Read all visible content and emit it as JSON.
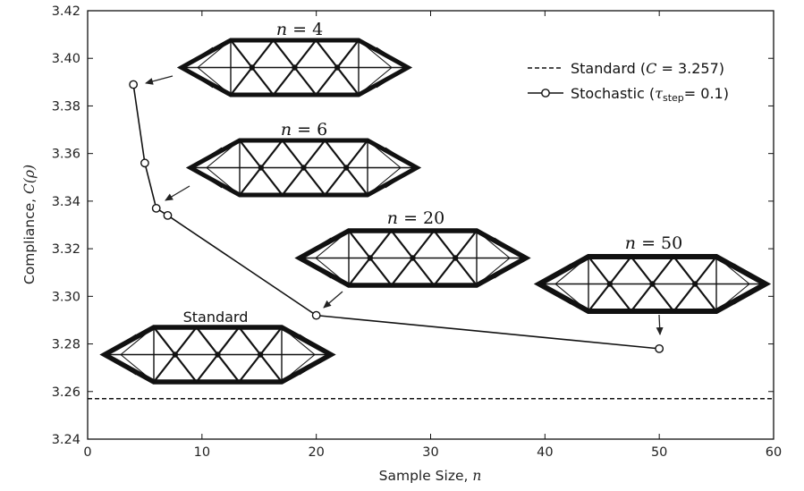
{
  "chart_data": {
    "type": "line",
    "xlabel": "Sample Size, ",
    "xlabel_var": "n",
    "ylabel": "Compliance, ",
    "ylabel_var": "C(ρ)",
    "xlim": [
      0,
      60
    ],
    "ylim": [
      3.24,
      3.42
    ],
    "xticks": [
      0,
      10,
      20,
      30,
      40,
      50,
      60
    ],
    "yticks": [
      "3.24",
      "3.26",
      "3.28",
      "3.30",
      "3.32",
      "3.34",
      "3.36",
      "3.38",
      "3.40",
      "3.42"
    ],
    "grid": false,
    "legend_position": "top-right",
    "series": [
      {
        "name": "Stochastic",
        "legend_label_prefix": "Stochastic (",
        "legend_label_var": "τ",
        "legend_label_sub": "step",
        "legend_label_suffix": "= 0.1)",
        "style": "solid-line-open-circle-markers",
        "x": [
          4,
          5,
          6,
          7,
          20,
          50
        ],
        "y": [
          3.389,
          3.356,
          3.337,
          3.334,
          3.292,
          3.278
        ]
      }
    ],
    "reference_lines": [
      {
        "name": "Standard",
        "legend_label_prefix": "Standard (",
        "legend_label_var": "C",
        "legend_label_suffix": " = 3.257)",
        "style": "dashed",
        "y": 3.257
      }
    ],
    "annotations": [
      {
        "id": "n4",
        "label_var": "n",
        "label_rest": " = 4"
      },
      {
        "id": "n6",
        "label_var": "n",
        "label_rest": " = 6"
      },
      {
        "id": "n20",
        "label_var": "n",
        "label_rest": " = 20"
      },
      {
        "id": "n50",
        "label_var": "n",
        "label_rest": " = 50"
      },
      {
        "id": "standard",
        "label": "Standard"
      }
    ]
  },
  "colors": {
    "line": "#111111",
    "marker_fill": "#ffffff",
    "truss": "#111111"
  }
}
